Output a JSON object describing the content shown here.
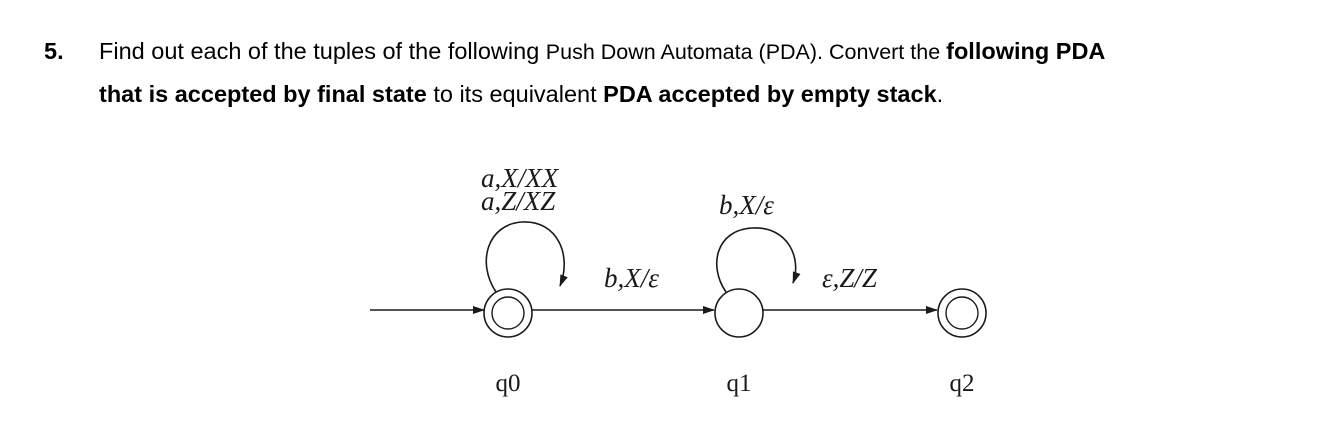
{
  "question": {
    "number": "5.",
    "line1_part1": "Find out each of the tuples of the following ",
    "line1_part2": "Push Down Automata (PDA). Convert the ",
    "line1_bold1": "following PDA",
    "line2_bold1": "that is accepted by final state",
    "line2_part1": " to its equivalent ",
    "line2_bold2": "PDA accepted by empty stack",
    "line2_end": "."
  },
  "diagram": {
    "states": [
      {
        "name": "q0",
        "accepting": true,
        "initial": true
      },
      {
        "name": "q1",
        "accepting": false,
        "initial": false
      },
      {
        "name": "q2",
        "accepting": true,
        "initial": false
      }
    ],
    "loops": {
      "q0": [
        "a,X/XX",
        "a,Z/XZ"
      ],
      "q1": [
        "b,X/ε"
      ]
    },
    "transitions": {
      "q0_q1": "b,X/ε",
      "q1_q2": "ε,Z/Z"
    }
  }
}
